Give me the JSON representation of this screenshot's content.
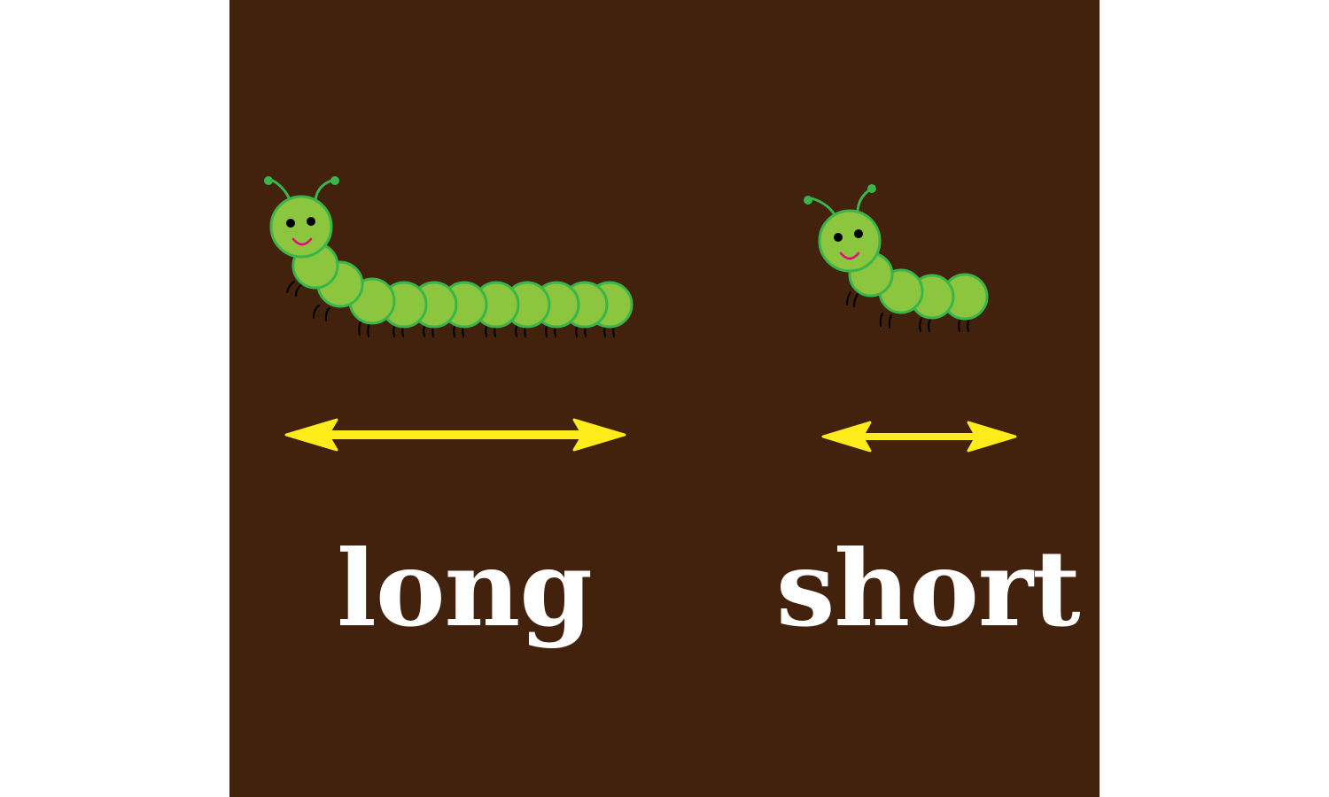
{
  "labels": {
    "long": "long",
    "short": "short"
  },
  "colors": {
    "background": "#42220c",
    "page": "#ffffff",
    "body_fill": "#8cc63f",
    "body_outline": "#39b54a",
    "arrow": "#ffec1a",
    "text": "#ffffff",
    "legs": "#000000",
    "smile": "#e6007e"
  },
  "caterpillars": [
    {
      "name": "long",
      "segments": 11
    },
    {
      "name": "short",
      "segments": 4
    }
  ]
}
